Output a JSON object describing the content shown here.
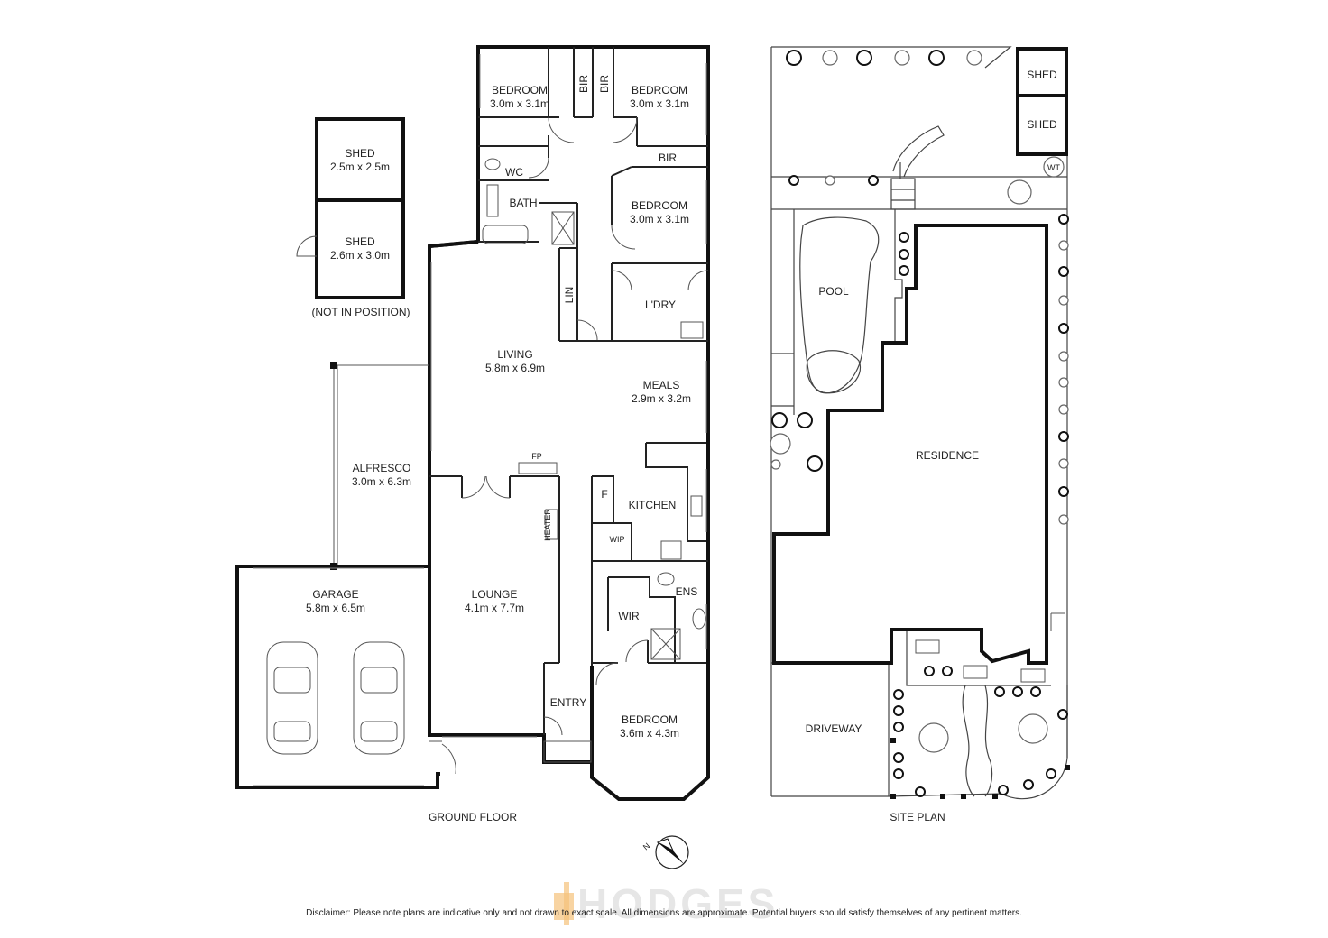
{
  "ground_floor": {
    "caption": "GROUND FLOOR",
    "rooms": {
      "bedroom1": {
        "name": "BEDROOM",
        "dims": "3.0m x 3.1m"
      },
      "bedroom2": {
        "name": "BEDROOM",
        "dims": "3.0m x 3.1m"
      },
      "bedroom3": {
        "name": "BEDROOM",
        "dims": "3.0m x 3.1m"
      },
      "bedroom4": {
        "name": "BEDROOM",
        "dims": "3.6m x 4.3m"
      },
      "bir1": "BIR",
      "bir2": "BIR",
      "bir3": "BIR",
      "wc": "WC",
      "bath": "BATH",
      "lin": "LIN",
      "laundry": "L'DRY",
      "living": {
        "name": "LIVING",
        "dims": "5.8m x 6.9m"
      },
      "meals": {
        "name": "MEALS",
        "dims": "2.9m x 3.2m"
      },
      "kitchen": "KITCHEN",
      "fridge": "F",
      "wip": "WIP",
      "fp": "FP",
      "heater": "HEATER",
      "lounge": {
        "name": "LOUNGE",
        "dims": "4.1m x 7.7m"
      },
      "alfresco": {
        "name": "ALFRESCO",
        "dims": "3.0m x 6.3m"
      },
      "garage": {
        "name": "GARAGE",
        "dims": "5.8m x 6.5m"
      },
      "wir": "WIR",
      "ens": "ENS",
      "entry": "ENTRY",
      "shed1": {
        "name": "SHED",
        "dims": "2.5m x 2.5m"
      },
      "shed2": {
        "name": "SHED",
        "dims": "2.6m x 3.0m"
      },
      "shed_note": "(NOT IN POSITION)"
    }
  },
  "site_plan": {
    "caption": "SITE PLAN",
    "labels": {
      "shed_a": "SHED",
      "shed_b": "SHED",
      "wt": "WT",
      "pool": "POOL",
      "residence": "RESIDENCE",
      "driveway": "DRIVEWAY"
    }
  },
  "compass": {
    "north": "N"
  },
  "watermark": "HODGES",
  "disclaimer": "Disclaimer: Please note plans are indicative only and not drawn to exact scale. All dimensions are approximate. Potential buyers should satisfy themselves of any pertinent matters.",
  "colors": {
    "wall": "#111111",
    "watermark": "#f5c27a",
    "watermark_text": "#e6e6e6"
  }
}
